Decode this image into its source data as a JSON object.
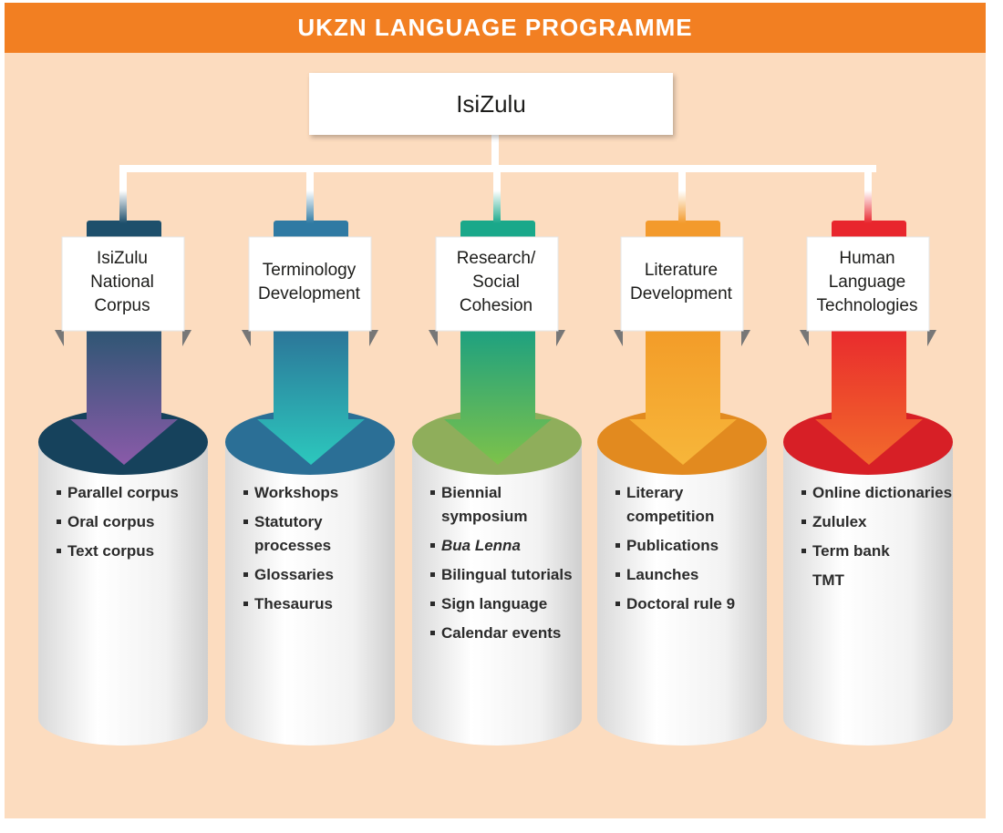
{
  "banner": {
    "title": "UKZN LANGUAGE PROGRAMME",
    "color": "#f27f22"
  },
  "root": {
    "label": "IsiZulu"
  },
  "columns": [
    {
      "label": "IsiZulu\nNational\nCorpus",
      "tab": "#1d4f6b",
      "arrowTop": "#27566f",
      "arrowBottom": "#8a5aa9",
      "ellipse": "#16425c",
      "items": [
        {
          "text": "Parallel corpus"
        },
        {
          "text": "Oral corpus"
        },
        {
          "text": "Text corpus"
        }
      ]
    },
    {
      "label": "Terminology\nDevelopment",
      "tab": "#2f7aa3",
      "arrowTop": "#2c6f96",
      "arrowBottom": "#2cc8bd",
      "ellipse": "#2b6f96",
      "items": [
        {
          "text": "Workshops"
        },
        {
          "text": "Statutory processes"
        },
        {
          "text": "Glossaries"
        },
        {
          "text": "Thesaurus"
        }
      ]
    },
    {
      "label": "Research/\nSocial\nCohesion",
      "tab": "#1aa88a",
      "arrowTop": "#169e84",
      "arrowBottom": "#7dc24a",
      "ellipse": "#8fae5b",
      "items": [
        {
          "text": "Biennial symposium"
        },
        {
          "text": "Bua Lenna",
          "italic": true
        },
        {
          "text": "Bilingual tutorials"
        },
        {
          "text": "Sign language"
        },
        {
          "text": "Calendar events"
        }
      ]
    },
    {
      "label": "Literature\nDevelopment",
      "tab": "#f39a2c",
      "arrowTop": "#f29a27",
      "arrowBottom": "#f7b63a",
      "ellipse": "#e28a1f",
      "items": [
        {
          "text": "Literary competition"
        },
        {
          "text": "Publications"
        },
        {
          "text": "Launches"
        },
        {
          "text": "Doctoral rule 9"
        }
      ]
    },
    {
      "label": "Human\nLanguage\nTechnologies",
      "tab": "#e8262d",
      "arrowTop": "#e8262d",
      "arrowBottom": "#f26a2c",
      "ellipse": "#d71f26",
      "items": [
        {
          "text": "Online dictionaries"
        },
        {
          "text": "Zululex"
        },
        {
          "text": "Term bank"
        },
        {
          "text": "TMT",
          "nobullet": true
        }
      ]
    }
  ]
}
